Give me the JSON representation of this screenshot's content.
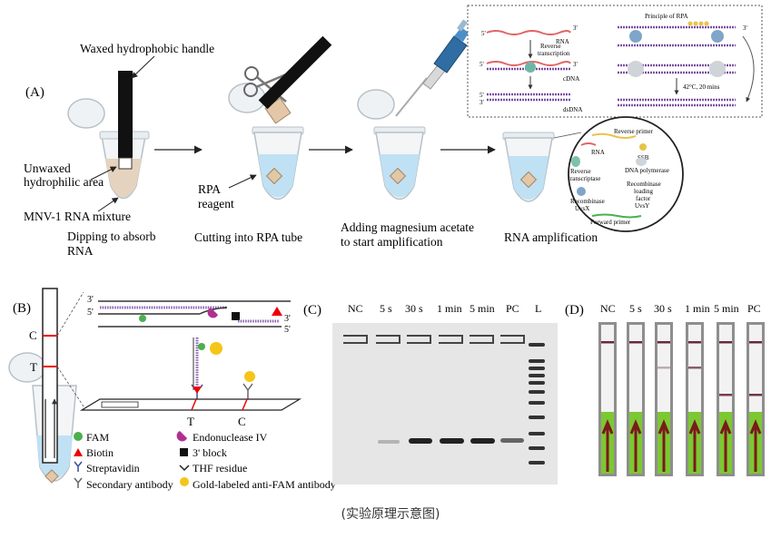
{
  "panels": {
    "a": {
      "label": "(A)",
      "handle_label": "Waxed hydrophobic handle",
      "unwaxed_line1": "Unwaxed",
      "unwaxed_line2": "hydrophilic area",
      "mixture": "MNV-1 RNA mixture",
      "step1_line1": "Dipping to absorb",
      "step1_line2": "RNA",
      "reagent_line1": "RPA",
      "reagent_line2": "reagent",
      "step2": "Cutting into RPA tube",
      "step3_line1": "Adding magnesium acetate",
      "step3_line2": "to start amplification",
      "step4": "RNA amplification",
      "inset": {
        "rna": "RNA",
        "rt_line1": "Reverse",
        "rt_line2": "transcription",
        "cdna": "cDNA",
        "dsdna": "dsDNA",
        "principle": "Principle of RPA",
        "condition": "42°C, 20 mins",
        "p3": "3'",
        "p5": "5'"
      },
      "legend": {
        "reverse_primer": "Reverse primer",
        "rna": "RNA",
        "ssb": "SSB",
        "rt_line1": "Reverse",
        "rt_line2": "transcriptase",
        "dna_pol": "DNA polymerase",
        "rec_line1": "Recombinase",
        "rec_line2": "UvsX",
        "rlf_line1": "Recombinase",
        "rlf_line2": "loading",
        "rlf_line3": "factor",
        "rlf_line4": "UvsY",
        "forward_primer": "Forward primer"
      }
    },
    "b": {
      "label": "(B)",
      "line_c": "C",
      "line_t": "T",
      "p3": "3'",
      "p5": "5'",
      "legend": {
        "fam": "FAM",
        "biotin": "Biotin",
        "streptavidin": "Streptavidin",
        "secondary": "Secondary antibody",
        "endonuclease": "Endonuclease IV",
        "block": "3' block",
        "thf": "THF residue",
        "gold": "Gold-labeled anti-FAM antibody"
      }
    },
    "c": {
      "label": "(C)",
      "lanes": [
        "NC",
        "5 s",
        "30 s",
        "1 min",
        "5 min",
        "PC",
        "L"
      ]
    },
    "d": {
      "label": "(D)",
      "strips": [
        "NC",
        "5 s",
        "30 s",
        "1 min",
        "5 min",
        "PC"
      ]
    }
  },
  "caption": "(实验原理示意图)"
}
